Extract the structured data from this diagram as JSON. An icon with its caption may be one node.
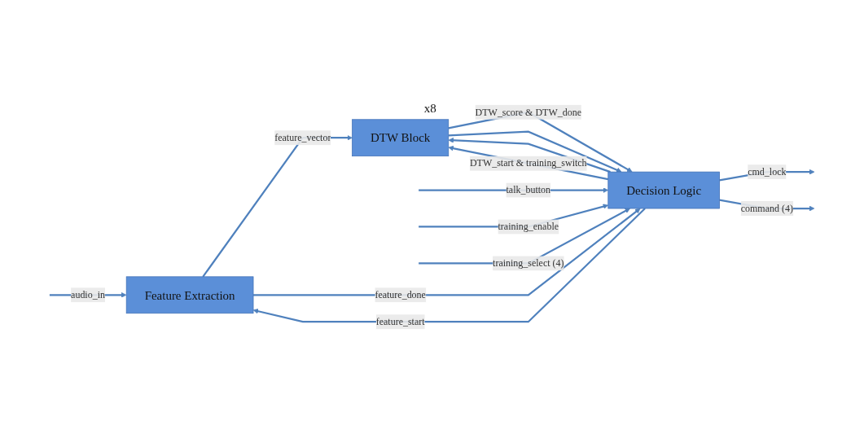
{
  "diagram": {
    "nodes": [
      {
        "text": [
          "Feature Extraction"
        ]
      },
      {
        "text": [
          "DTW Block"
        ],
        "beside": [
          "x8"
        ]
      },
      {
        "text": [
          "Decision Logic"
        ]
      }
    ],
    "edges": [
      {
        "from": null,
        "to": 0,
        "arrow": "to",
        "label": "audio_in"
      },
      {
        "from": 0,
        "to": 1,
        "arrow": "to",
        "label": "feature_vector"
      },
      {
        "from": 1,
        "to": 2,
        "arrow": "to",
        "label": "DTW_score & DTW_done"
      },
      {
        "from": 1,
        "to": 2,
        "arrow": "to"
      },
      {
        "from": 2,
        "to": 1,
        "arrow": "to"
      },
      {
        "from": 2,
        "to": 1,
        "arrow": "to",
        "label": "DTW_start & training_switch"
      },
      {
        "from": 2,
        "to": 0,
        "arrow": "to",
        "label": "feature_start"
      },
      {
        "from": 0,
        "to": 2,
        "arrow": "to",
        "label": "feature_done"
      },
      {
        "from": 2,
        "to": null,
        "arrow": "to",
        "label": "cmd_lock"
      },
      {
        "from": 2,
        "to": null,
        "arrow": "to",
        "label": "command (4)"
      },
      {
        "from": null,
        "to": 2,
        "arrow": "to",
        "label": "talk_button"
      },
      {
        "from": null,
        "to": 2,
        "arrow": "to",
        "label": "training_enable"
      },
      {
        "from": null,
        "to": 2,
        "arrow": "to",
        "label": "training_select (4)"
      }
    ]
  }
}
